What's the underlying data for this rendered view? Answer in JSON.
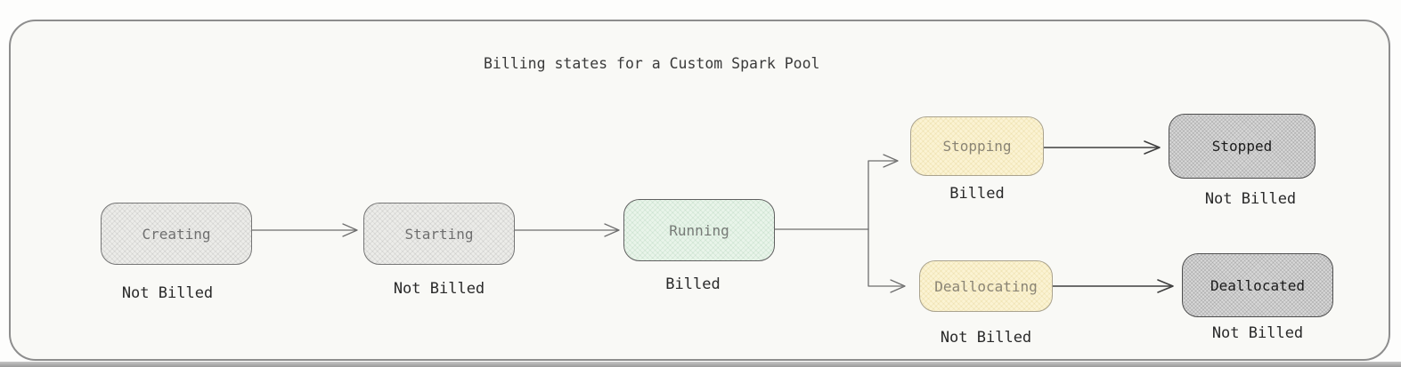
{
  "title": "Billing states for a Custom Spark Pool",
  "nodes": [
    {
      "id": "creating",
      "label": "Creating",
      "billing": "Not Billed",
      "fill": "gray"
    },
    {
      "id": "starting",
      "label": "Starting",
      "billing": "Not Billed",
      "fill": "gray"
    },
    {
      "id": "running",
      "label": "Running",
      "billing": "Billed",
      "fill": "green"
    },
    {
      "id": "stopping",
      "label": "Stopping",
      "billing": "Billed",
      "fill": "yellow"
    },
    {
      "id": "stopped",
      "label": "Stopped",
      "billing": "Not Billed",
      "fill": "darkgray"
    },
    {
      "id": "deallocating",
      "label": "Deallocating",
      "billing": "Not Billed",
      "fill": "yellow"
    },
    {
      "id": "deallocated",
      "label": "Deallocated",
      "billing": "Not Billed",
      "fill": "darkgray"
    }
  ],
  "edges": [
    {
      "from": "Creating",
      "to": "Starting"
    },
    {
      "from": "Starting",
      "to": "Running"
    },
    {
      "from": "Running",
      "to": "Stopping"
    },
    {
      "from": "Running",
      "to": "Deallocating"
    },
    {
      "from": "Stopping",
      "to": "Stopped"
    },
    {
      "from": "Deallocating",
      "to": "Deallocated"
    }
  ],
  "colors": {
    "background": "#f9f9f6",
    "frame_border": "#8d8d8d",
    "gray_fill": "#ecece9",
    "green_fill": "#e9f4ea",
    "yellow_fill": "#fbf3d3",
    "dark_gray_fill": "#d8d8d8",
    "muted_label": "#6f6f6f",
    "dark_label": "#1b1b1b",
    "arrow_gray": "#6e6e6e",
    "arrow_dark": "#3f3f3f"
  }
}
